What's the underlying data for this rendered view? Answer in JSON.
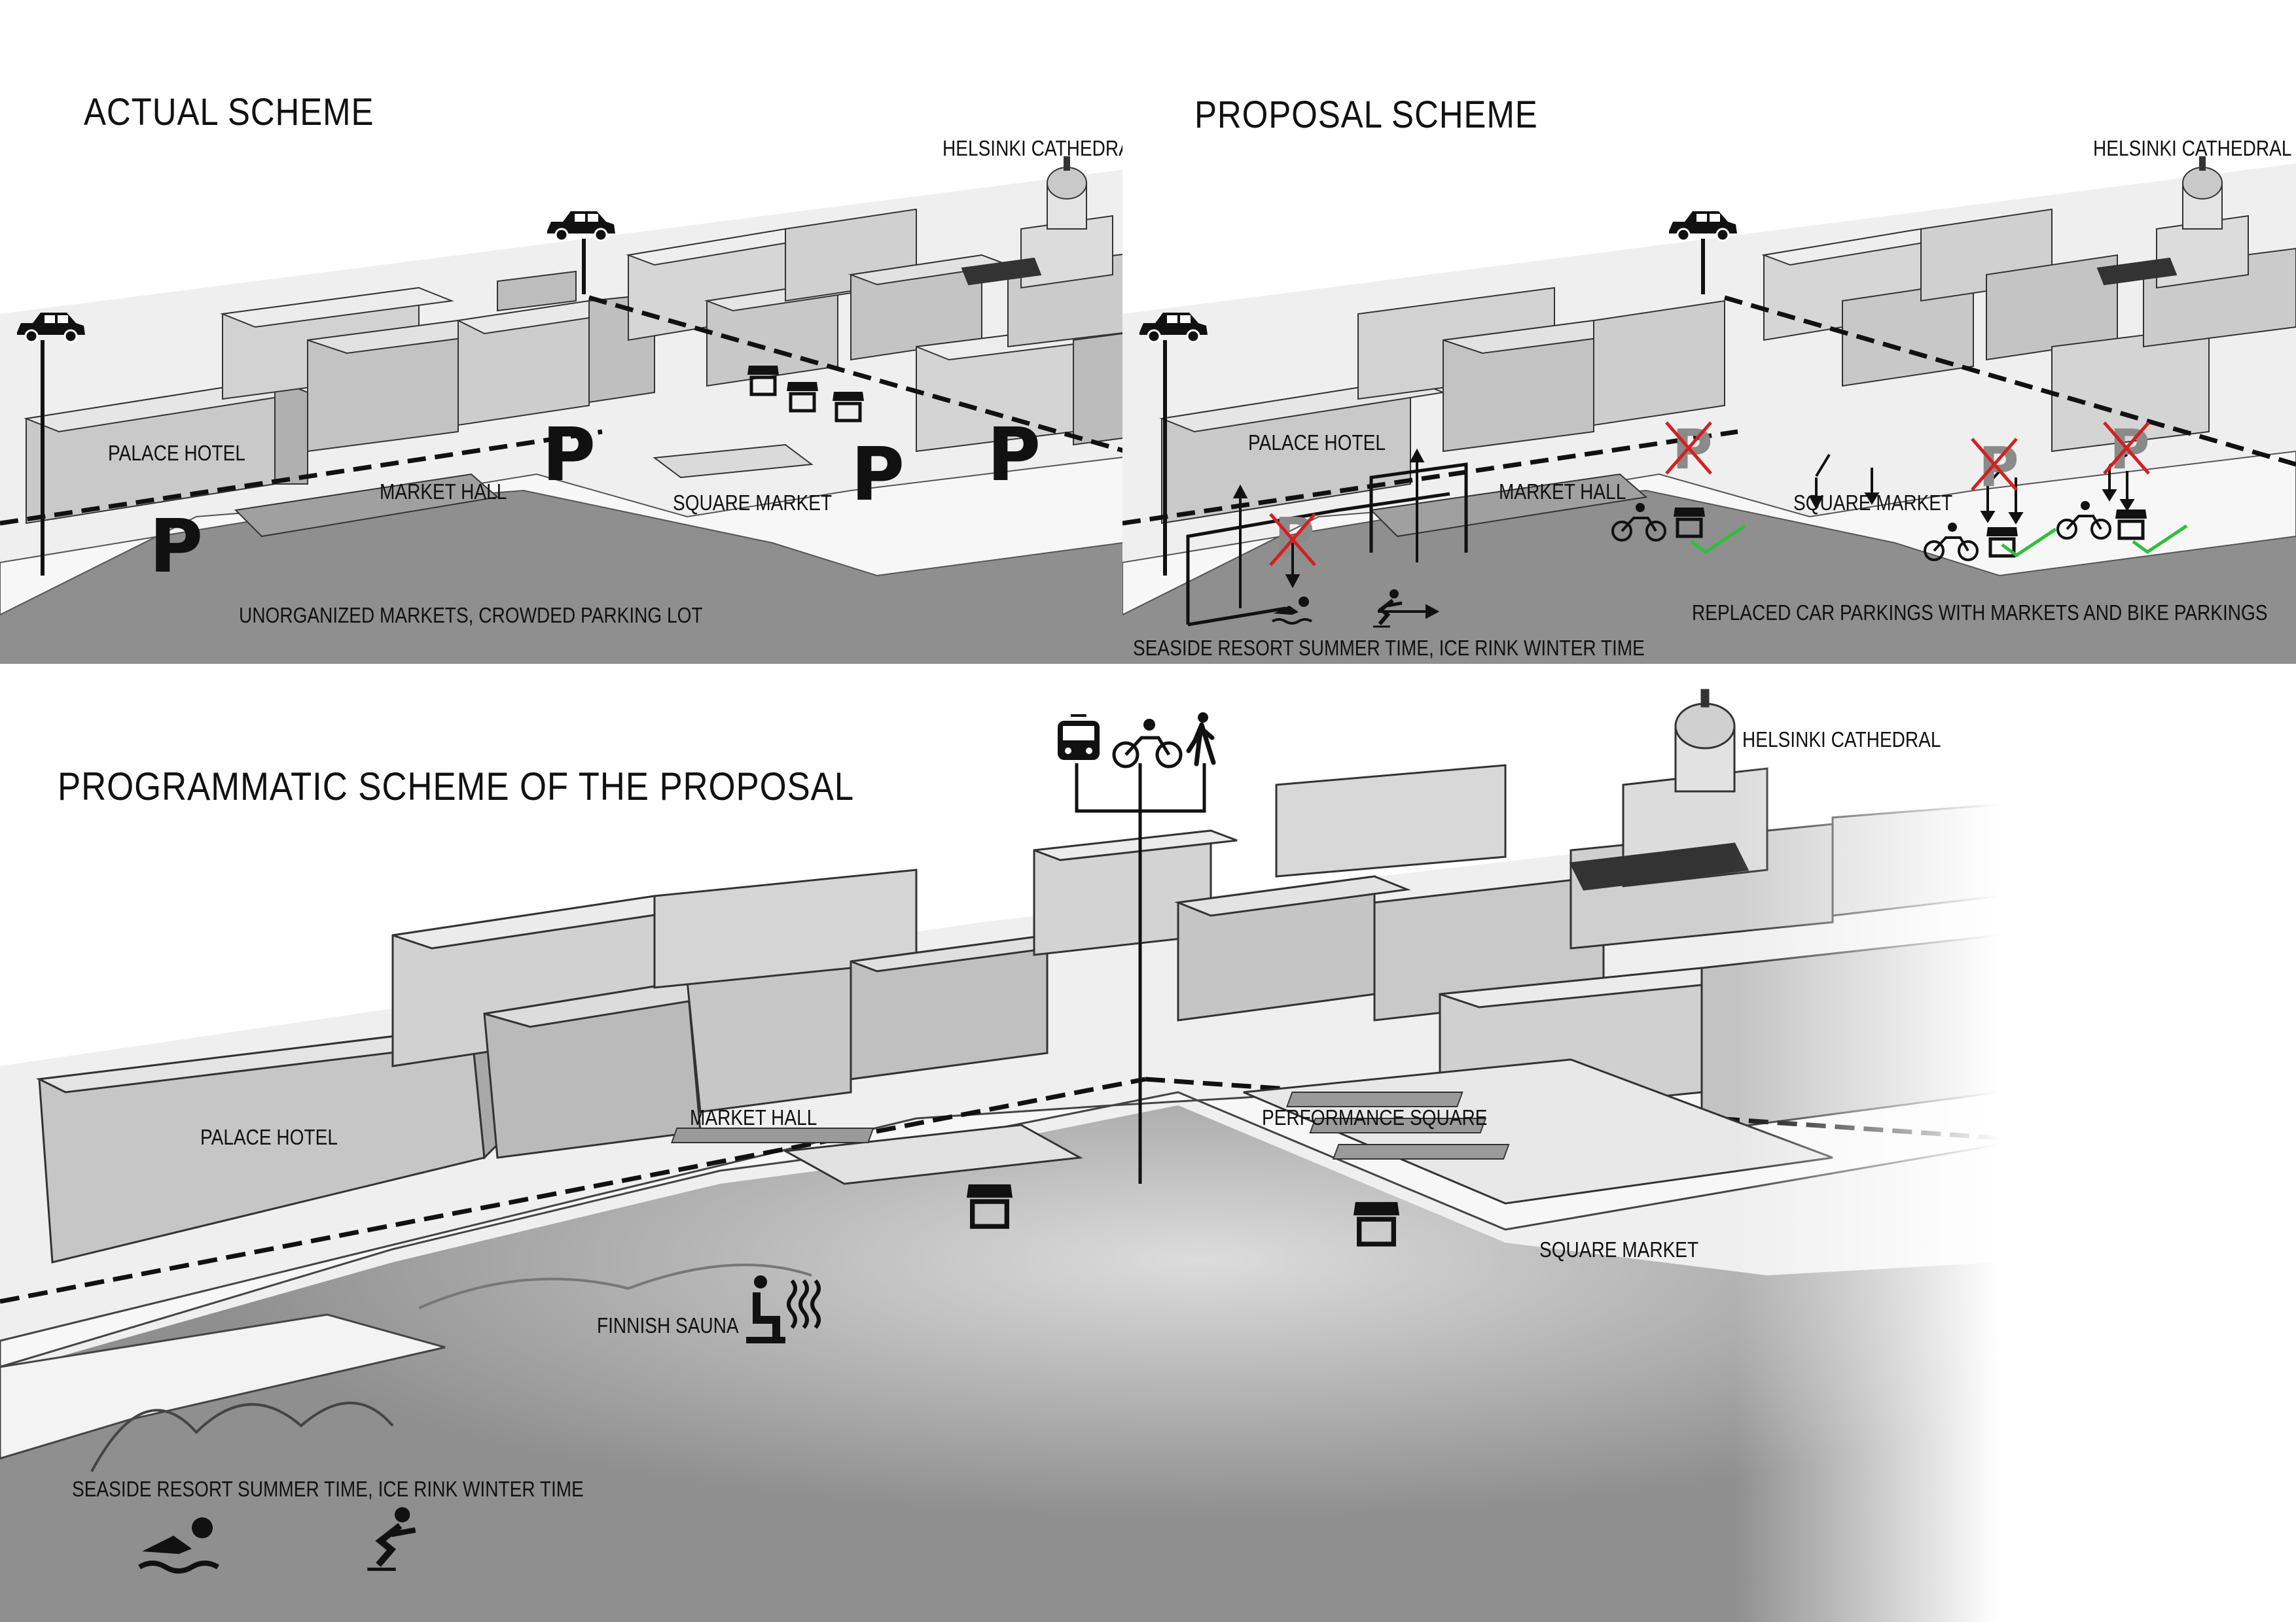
{
  "actual": {
    "heading": "ACTUAL SCHEME",
    "labels": {
      "cathedral": "HELSINKI CATHEDRAL",
      "palace_hotel": "PALACE HOTEL",
      "market_hall": "MARKET HALL",
      "square_market": "SQUARE MARKET",
      "caption": "UNORGANIZED MARKETS, CROWDED PARKING LOT"
    },
    "parking_symbol": "P"
  },
  "proposal": {
    "heading": "PROPOSAL SCHEME",
    "labels": {
      "cathedral": "HELSINKI CATHEDRAL",
      "palace_hotel": "PALACE HOTEL",
      "market_hall": "MARKET HALL",
      "square_market": "SQUARE MARKET",
      "caption_left": "SEASIDE RESORT SUMMER TIME, ICE RINK WINTER TIME",
      "caption_right": "REPLACED CAR PARKINGS WITH MARKETS AND BIKE PARKINGS"
    },
    "parking_symbol": "P"
  },
  "programmatic": {
    "heading": "PROGRAMMATIC SCHEME OF THE PROPOSAL",
    "labels": {
      "cathedral": "HELSINKI CATHEDRAL",
      "palace_hotel": "PALACE HOTEL",
      "market_hall": "MARKET HALL",
      "performance_square": "PERFORMANCE SQUARE",
      "square_market": "SQUARE MARKET",
      "finnish_sauna": "FINNISH SAUNA",
      "caption": "SEASIDE RESORT SUMMER TIME, ICE RINK WINTER TIME"
    }
  },
  "icons": [
    "car-icon",
    "market-stall-icon",
    "bicycle-icon",
    "parking-crossed-icon",
    "checkmark-icon",
    "swimmer-icon",
    "skater-icon",
    "tram-icon",
    "pedestrian-icon",
    "sauna-icon"
  ],
  "colors": {
    "water": "#8e8e8e",
    "building": "#d6d6d6",
    "ground": "#f2f2f2",
    "cross": "#d42020",
    "check": "#2fbf3a"
  }
}
